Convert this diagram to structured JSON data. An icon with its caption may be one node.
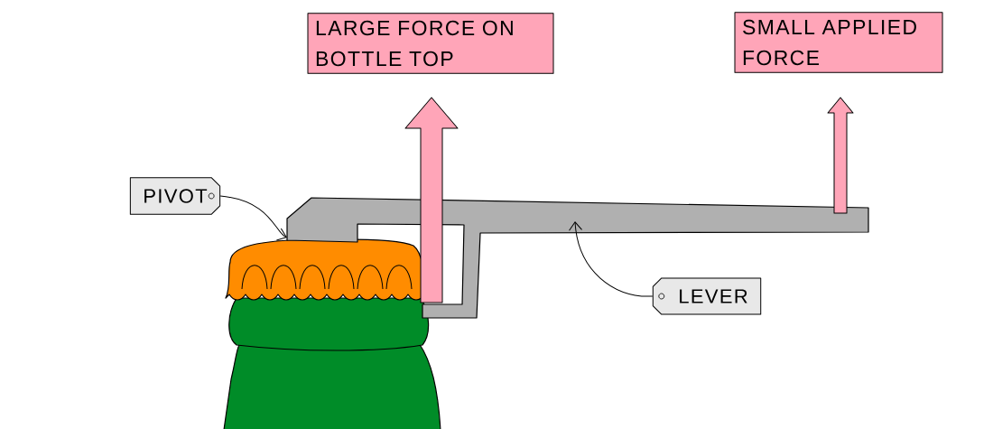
{
  "diagram": {
    "nodes": [
      {
        "text": [
          "LARGE FORCE ON BOTTLE TOP"
        ]
      },
      {
        "text": [
          "SMALL APPLIED FORCE"
        ]
      },
      {
        "text": [
          "PIVOT"
        ]
      },
      {
        "text": [
          "LEVER"
        ]
      },
      {
        "text": [],
        "shape": "picture"
      }
    ],
    "edges": [
      {
        "from": 2,
        "to": 4,
        "arrow": "to"
      },
      {
        "from": 3,
        "to": 4,
        "arrow": "to"
      }
    ]
  }
}
